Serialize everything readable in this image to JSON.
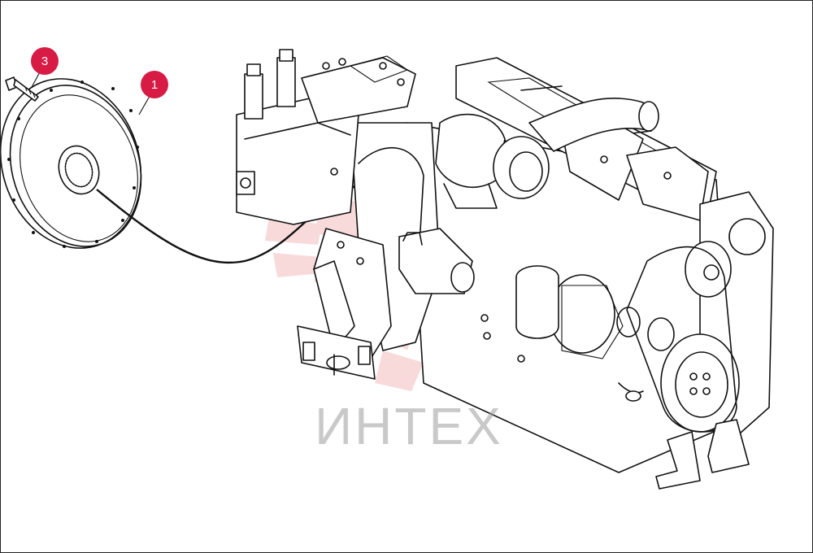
{
  "diagram": {
    "callouts": [
      {
        "label": "3",
        "color": "#d81b45"
      },
      {
        "label": "1",
        "color": "#d81b45"
      }
    ],
    "watermark": {
      "text": "ИНТЕХ",
      "color": "#9e9e9e",
      "logo_color": "#e05a5a"
    }
  }
}
